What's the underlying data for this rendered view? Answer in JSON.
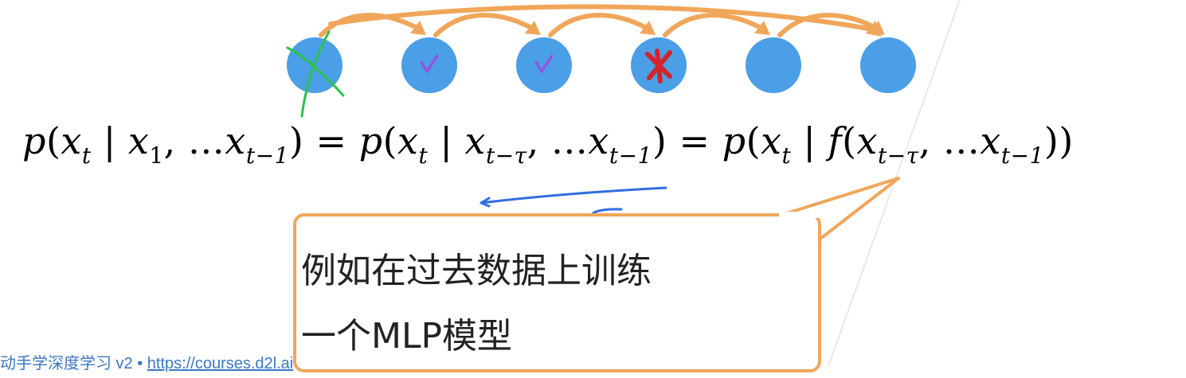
{
  "colors": {
    "node": "#4a9fe6",
    "arrow": "#f0a65a",
    "check": "#9b4de0",
    "cross_green": "#2cc24a",
    "cross_red": "#d4232b",
    "annotation_blue": "#2f6fe0",
    "footer_link": "#3a78c2"
  },
  "nodes": [
    {
      "mark": "green-cross"
    },
    {
      "mark": "check"
    },
    {
      "mark": "check"
    },
    {
      "mark": "red-cross"
    },
    {
      "mark": "none"
    },
    {
      "mark": "none"
    }
  ],
  "formula": {
    "p": "p",
    "x": "x",
    "f": "f",
    "sub_t": "t",
    "sub_1": "1",
    "sub_t_minus_1": "t−1",
    "sub_t_minus_tau": "t−τ",
    "lparen": "(",
    "rparen": ")",
    "bar": " | ",
    "comma_dots": ", …",
    "equals": " = "
  },
  "callout": {
    "line1": "例如在过去数据上训练",
    "line2": "一个MLP模型"
  },
  "footer": {
    "prefix": "动手学深度学习 v2 • ",
    "url": "https://courses.d2l.ai"
  }
}
